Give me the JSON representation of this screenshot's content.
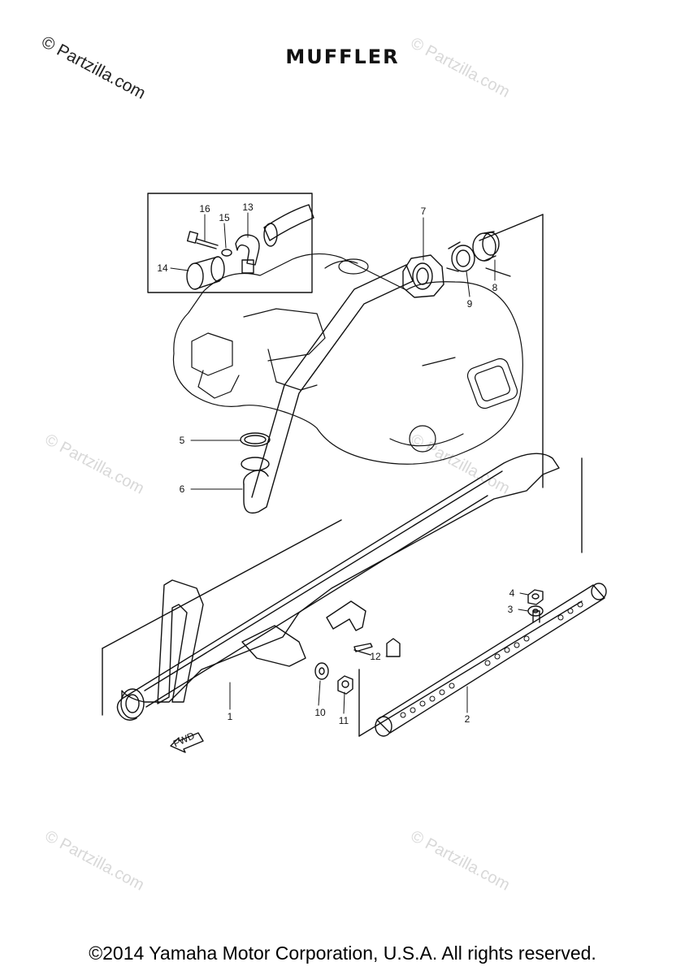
{
  "header": {
    "title": "MUFFLER",
    "copyright_corner": "© Partzilla.com"
  },
  "watermarks": [
    "© Partzilla.com",
    "© Partzilla.com",
    "© Partzilla.com",
    "© Partzilla.com",
    "© Partzilla.com"
  ],
  "callouts": [
    {
      "label": "1"
    },
    {
      "label": "2"
    },
    {
      "label": "3"
    },
    {
      "label": "4"
    },
    {
      "label": "5"
    },
    {
      "label": "6"
    },
    {
      "label": "7"
    },
    {
      "label": "8"
    },
    {
      "label": "9"
    },
    {
      "label": "10"
    },
    {
      "label": "11"
    },
    {
      "label": "12"
    },
    {
      "label": "13"
    },
    {
      "label": "14"
    },
    {
      "label": "15"
    },
    {
      "label": "16"
    }
  ],
  "fwd_arrow_label": "FWD",
  "footer": {
    "text": "©2014 Yamaha Motor Corporation, U.S.A. All rights reserved."
  }
}
